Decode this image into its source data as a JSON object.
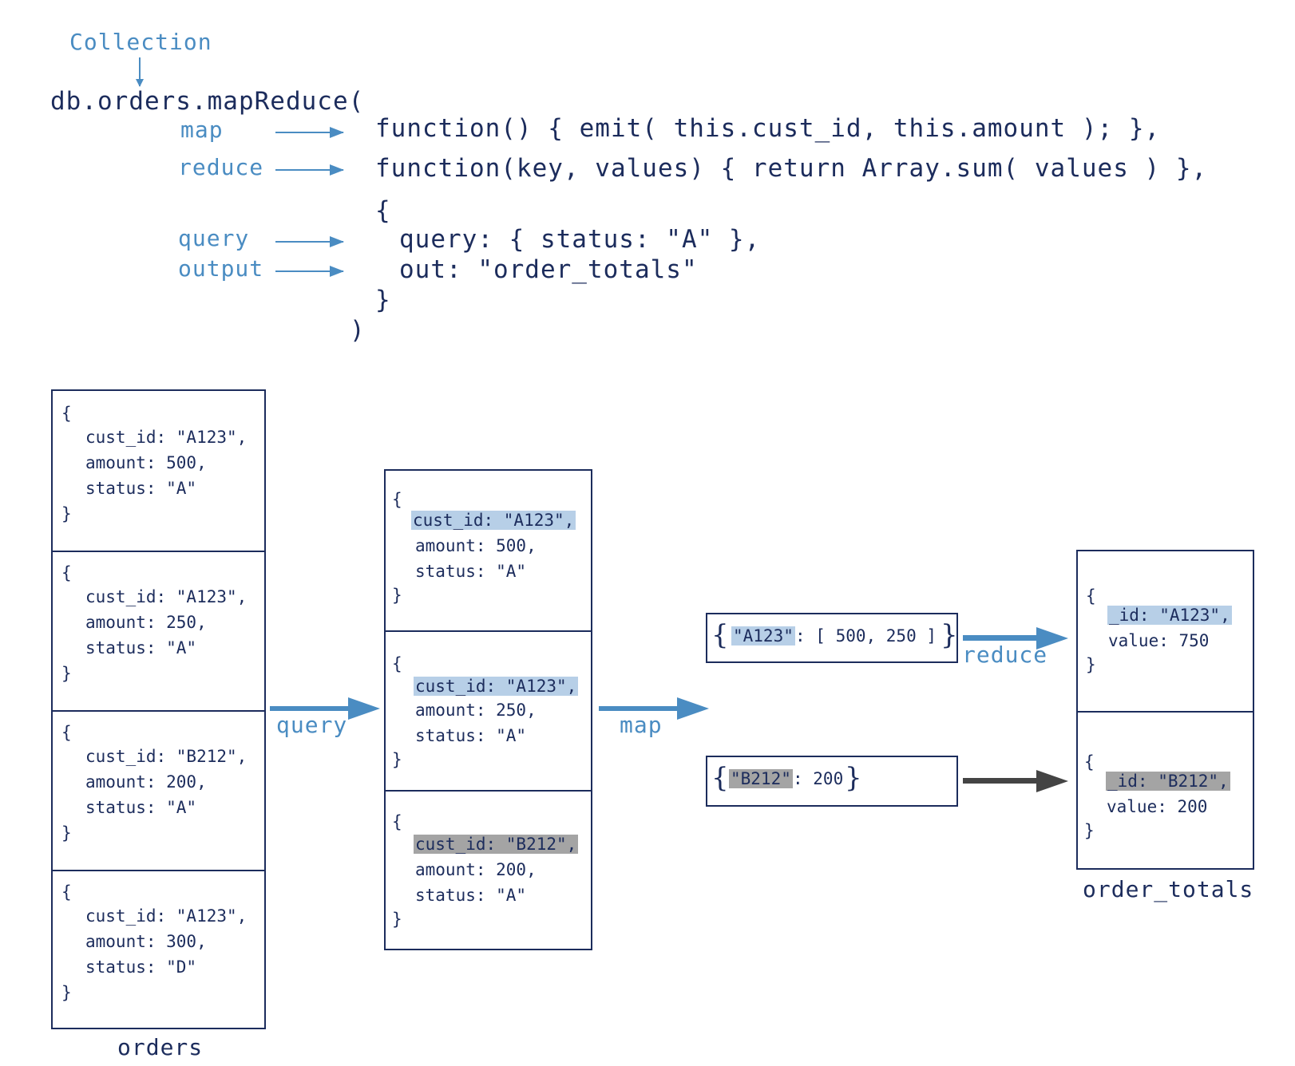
{
  "syntax": {
    "collection_label": "Collection",
    "call_open": "db.orders.mapReduce(",
    "labels": {
      "map": "map",
      "reduce": "reduce",
      "query": "query",
      "output": "output"
    },
    "map_line": "function() { emit( this.cust_id, this.amount ); },",
    "reduce_line": "function(key, values) { return Array.sum( values ) },",
    "options_open": "{",
    "query_line": "query: { status: \"A\" },",
    "out_line": "out: \"order_totals\"",
    "options_close": "}",
    "call_close": ")"
  },
  "orders": {
    "caption": "orders",
    "docs": [
      {
        "open": "{",
        "cust_id": "cust_id: \"A123\",",
        "amount": "amount: 500,",
        "status": "status: \"A\"",
        "close": "}"
      },
      {
        "open": "{",
        "cust_id": "cust_id: \"A123\",",
        "amount": "amount: 250,",
        "status": "status: \"A\"",
        "close": "}"
      },
      {
        "open": "{",
        "cust_id": "cust_id: \"B212\",",
        "amount": "amount: 200,",
        "status": "status: \"A\"",
        "close": "}"
      },
      {
        "open": "{",
        "cust_id": "cust_id: \"A123\",",
        "amount": "amount: 300,",
        "status": "status: \"D\"",
        "close": "}"
      }
    ]
  },
  "query_stage": {
    "arrow_label": "query",
    "docs": [
      {
        "open": "{",
        "cust_id": "cust_id: \"A123\",",
        "amount": "amount: 500,",
        "status": "status: \"A\"",
        "close": "}"
      },
      {
        "open": "{",
        "cust_id": "cust_id: \"A123\",",
        "amount": "amount: 250,",
        "status": "status: \"A\"",
        "close": "}"
      },
      {
        "open": "{",
        "cust_id": "cust_id: \"B212\",",
        "amount": "amount: 200,",
        "status": "status: \"A\"",
        "close": "}"
      }
    ]
  },
  "map_stage": {
    "arrow_label": "map",
    "pairs": [
      {
        "open": "{",
        "key": "\"A123\"",
        "rest": ": [ 500, 250 ]",
        "close": "}"
      },
      {
        "open": "{",
        "key": "\"B212\"",
        "rest": ": 200",
        "close": "}"
      }
    ]
  },
  "reduce_stage": {
    "arrow_label": "reduce",
    "caption": "order_totals",
    "docs": [
      {
        "open": "{",
        "id": "_id: \"A123\",",
        "value": "value: 750",
        "close": "}"
      },
      {
        "open": "{",
        "id": "_id: \"B212\",",
        "value": "value: 200",
        "close": "}"
      }
    ]
  },
  "colors": {
    "accent_blue": "#4a8cc2",
    "text_navy": "#1c2c5c",
    "highlight_blue": "#b7cfe7",
    "highlight_gray": "#a4a4a4",
    "dark_arrow": "#444444"
  }
}
